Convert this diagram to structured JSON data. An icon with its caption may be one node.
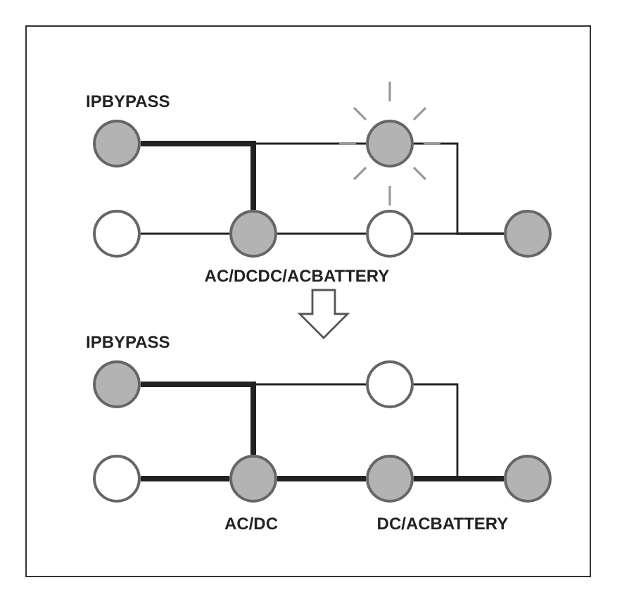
{
  "diagram": {
    "nodes": [
      {
        "text": [],
        "shape": "circle",
        "beside": [
          "IPBYPASS"
        ]
      },
      {
        "text": [],
        "shape": "circle"
      },
      {
        "text": [],
        "shape": "circle"
      },
      {
        "text": [],
        "shape": "circle"
      },
      {
        "text": [],
        "shape": "circle"
      },
      {
        "text": [],
        "shape": "circle"
      },
      {
        "text": [],
        "shape": "circle",
        "beside": [
          "IPBYPASS"
        ]
      },
      {
        "text": [],
        "shape": "circle"
      },
      {
        "text": [],
        "shape": "circle"
      },
      {
        "text": [],
        "shape": "circle",
        "beside": [
          "AC/DC"
        ]
      },
      {
        "text": [],
        "shape": "circle",
        "beside": [
          "DC/ACBATTERY"
        ]
      },
      {
        "text": [],
        "shape": "circle"
      }
    ],
    "edges": [
      {
        "from": 0,
        "to": 1,
        "arrow": "none"
      },
      {
        "from": 0,
        "to": 3,
        "arrow": "none",
        "style": "thick"
      },
      {
        "from": 1,
        "to": 5,
        "arrow": "none"
      },
      {
        "from": 2,
        "to": 3,
        "arrow": "none"
      },
      {
        "from": 3,
        "to": 4,
        "arrow": "none"
      },
      {
        "from": 4,
        "to": 5,
        "arrow": "none"
      },
      {
        "from": 6,
        "to": 7,
        "arrow": "none"
      },
      {
        "from": 6,
        "to": 9,
        "arrow": "none",
        "style": "thick"
      },
      {
        "from": 7,
        "to": 11,
        "arrow": "none"
      },
      {
        "from": 8,
        "to": 9,
        "arrow": "none",
        "style": "thick"
      },
      {
        "from": 9,
        "to": 10,
        "arrow": "none",
        "style": "thick"
      },
      {
        "from": 10,
        "to": 11,
        "arrow": "none",
        "style": "thick"
      }
    ],
    "labels": [
      "AC/DCDC/ACBATTERY"
    ]
  }
}
